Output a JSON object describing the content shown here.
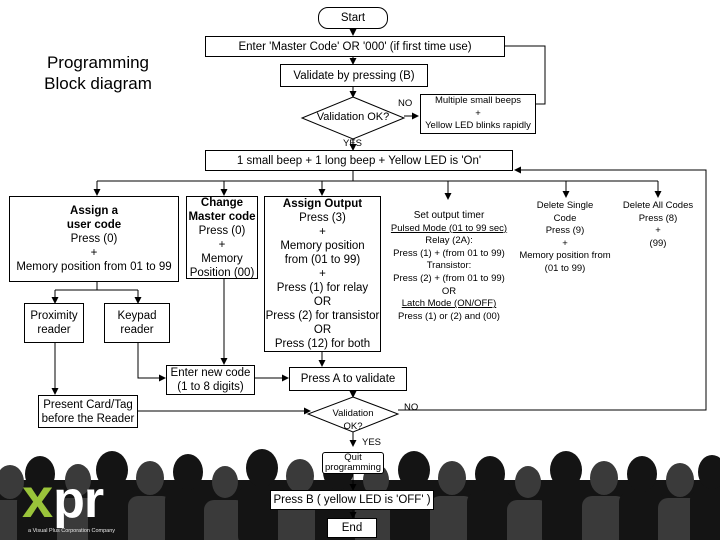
{
  "title": "Programming\nBlock diagram",
  "colors": {
    "logo_accent": "#9ac43a",
    "logo_text": "#ffffff",
    "crowd_dark": "#141414",
    "crowd_mid": "#3a3a3a"
  },
  "logo": {
    "x": "x",
    "rest": "pr",
    "sub": "a Visual Plus Corporation Company"
  },
  "nodes": {
    "start": "Start",
    "master_code": "Enter 'Master Code' OR '000' (if first time use)",
    "validate_b": "Validate by pressing (B)",
    "validation_ok": "Validation OK?",
    "beeps": [
      "Multiple small beeps",
      "+",
      "Yellow LED blinks rapidly"
    ],
    "beep_on": "1 small beep + 1 long beep + Yellow LED is 'On'",
    "assign_user": [
      "Assign a",
      "user code",
      "Press (0)",
      "+",
      "Memory position from 01 to 99"
    ],
    "change_master": [
      "Change",
      "Master code",
      "Press (0)",
      "+",
      "Memory",
      "Position (00)"
    ],
    "assign_output": [
      "Assign Output",
      "Press (3)",
      "+",
      "Memory position",
      "from (01 to 99)",
      "+",
      "Press (1) for relay",
      "OR",
      "Press (2) for transistor",
      "OR",
      "Press (12) for both"
    ],
    "set_timer": [
      "Set output timer",
      "",
      "Pulsed Mode (01 to 99 sec)",
      "Relay (2A):",
      "Press (1) + (from 01 to 99)",
      "Transistor:",
      "Press (2) + (from 01 to 99)",
      "OR",
      "Latch Mode (ON/OFF)",
      "Press (1) or (2) and (00)"
    ],
    "delete_single": [
      "Delete Single",
      "Code",
      "Press (9)",
      "+",
      "Memory position from",
      "(01 to 99)"
    ],
    "delete_all": [
      "Delete All Codes",
      "Press (8)",
      "+",
      "(99)"
    ],
    "proximity": [
      "Proximity",
      "reader"
    ],
    "keypad": [
      "Keypad",
      "reader"
    ],
    "enter_code": [
      "Enter new code",
      "(1 to 8 digits)"
    ],
    "press_a": "Press A to validate",
    "present_card": [
      "Present Card/Tag",
      "before the Reader"
    ],
    "validation_ok2": [
      "Validation",
      "OK?"
    ],
    "quit": [
      "Quit",
      "programming"
    ],
    "press_b": "Press B ( yellow LED is 'OFF' )",
    "end": "End"
  },
  "labels": {
    "no1": "NO",
    "yes1": "YES",
    "no2": "NO",
    "yes2": "YES"
  }
}
